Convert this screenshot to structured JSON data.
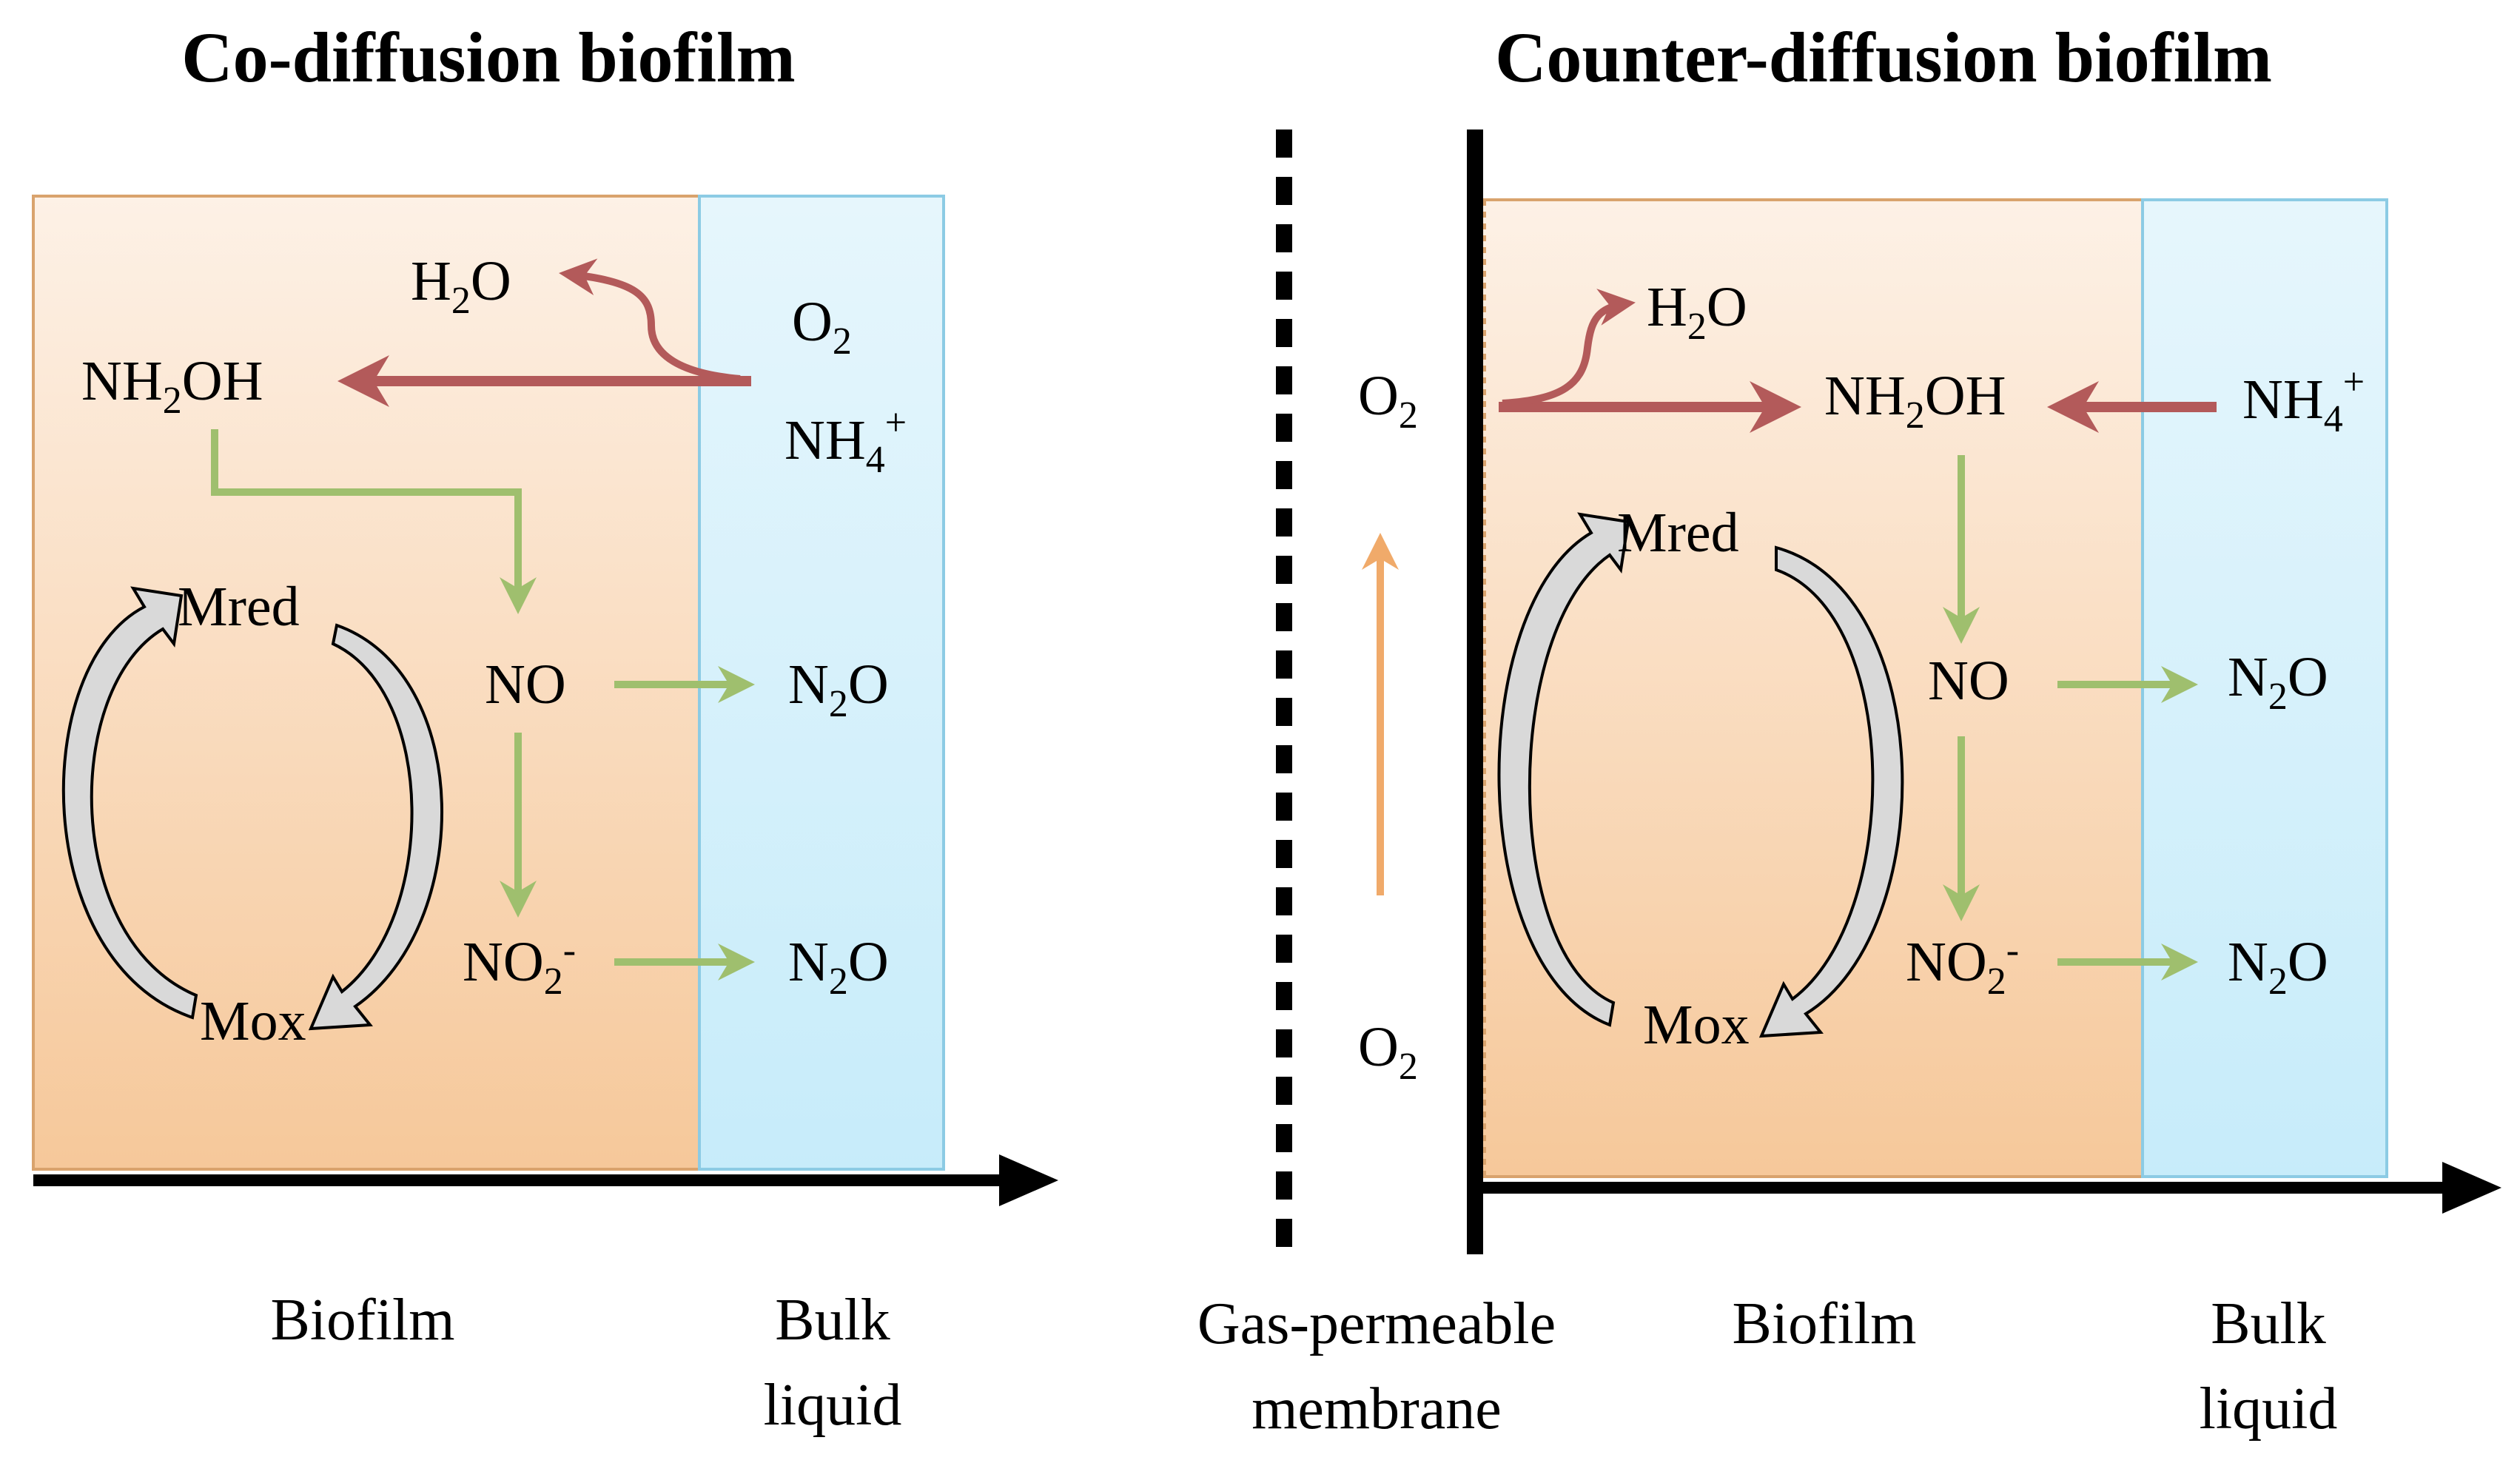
{
  "left": {
    "title": "Co-diffusion biofilm",
    "species": {
      "h2o": "H",
      "h2o_sub": "2",
      "h2o_end": "O",
      "o2": "O",
      "o2_sub": "2",
      "nh2oh": "NH",
      "nh2oh_sub": "2",
      "nh2oh_end": "OH",
      "nh4": "NH",
      "nh4_sub": "4",
      "nh4_sup": "+",
      "mred": "Mred",
      "mox": "Mox",
      "no": "NO",
      "no2": "NO",
      "no2_sub": "2",
      "no2_sup": "-",
      "n2o_a": "N",
      "n2o_a_sub": "2",
      "n2o_a_end": "O",
      "n2o_b": "N",
      "n2o_b_sub": "2",
      "n2o_b_end": "O"
    },
    "biofilm_label": "Biofilm",
    "bulk_label_1": "Bulk",
    "bulk_label_2": "liquid"
  },
  "right": {
    "title": "Counter-diffusion biofilm",
    "species": {
      "h2o": "H",
      "h2o_sub": "2",
      "h2o_end": "O",
      "o2_top": "O",
      "o2_top_sub": "2",
      "o2_bottom": "O",
      "o2_bottom_sub": "2",
      "nh2oh": "NH",
      "nh2oh_sub": "2",
      "nh2oh_end": "OH",
      "nh4": "NH",
      "nh4_sub": "4",
      "nh4_sup": "+",
      "mred": "Mred",
      "mox": "Mox",
      "no": "NO",
      "no2": "NO",
      "no2_sub": "2",
      "no2_sup": "-",
      "n2o_a": "N",
      "n2o_a_sub": "2",
      "n2o_a_end": "O",
      "n2o_b": "N",
      "n2o_b_sub": "2",
      "n2o_b_end": "O"
    },
    "membrane_label_1": "Gas-permeable",
    "membrane_label_2": "membrane",
    "biofilm_label": "Biofilm",
    "bulk_label_1": "Bulk",
    "bulk_label_2": "liquid"
  },
  "colors": {
    "biofilm_top": "#fdf1e6",
    "biofilm_bottom": "#f6c89a",
    "biofilm_border": "#d9a36d",
    "bulk_top": "#e6f6fc",
    "bulk_bottom": "#c7ecfa",
    "bulk_border": "#8ccbe4",
    "ammonia_arrow": "#b35a5a",
    "nitrogen_arrow": "#9fbf6e",
    "oxygen_arrow": "#f0aa6a",
    "cycle_arrow": "#d9d9d9",
    "axis": "#000000"
  }
}
